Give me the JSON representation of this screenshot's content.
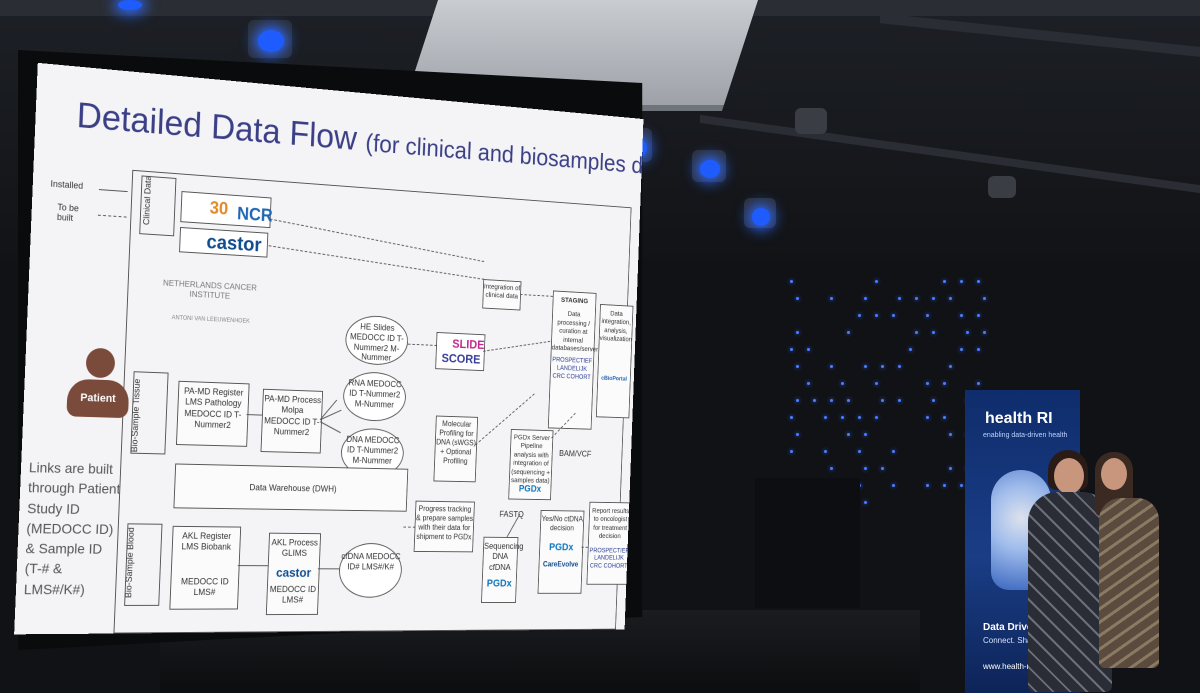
{
  "slide": {
    "title": "Detailed Data Flow",
    "title_suffix": "(for clinical and biosamples data)",
    "legend": {
      "installed": "Installed",
      "to_be_built": "To be built"
    },
    "patient_label": "Patient",
    "side_note": "Links are built through Patient Study ID (MEDOCC ID) & Sample ID (T-# & LMS#/K#)",
    "sections": {
      "clinical": "Clinical Data",
      "tissue": "Bio-Sample Tissue",
      "blood": "Bio-Sample Blood"
    },
    "logos": {
      "ncr": "NCR",
      "ncr_suffix": "30",
      "castor": "castor",
      "nki": "NETHERLANDS CANCER INSTITUTE",
      "nki_sub": "ANTONI VAN LEEUWENHOEK",
      "slidescore_top": "SLIDE",
      "slidescore_bottom": "SCORE",
      "pgdx": "PGDx",
      "careevolve": "CareEvolve",
      "bioportal": "cBioPortal"
    },
    "boxes": {
      "pa_md_register": "PA-MD Register LMS Pathology MEDOCC ID T-Nummer2",
      "pa_md_process": "PA-MD Process Molpa MEDOCC ID T-Nummer2",
      "he_slides": "HE Slides MEDOCC ID T-Nummer2 M-Nummer",
      "rna": "RNA MEDOCC ID T-Nummer2 M-Nummer",
      "dna": "DNA MEDOCC ID T-Nummer2 M-Nummer",
      "molecular": "Molecular Profiling for DNA (sWGS) + Optional Profiling",
      "dwh": "Data Warehouse (DWH)",
      "progress": "Progress tracking & prepare samples with their data for shipment to PGDx",
      "akl_register": "AKL Register LMS Biobank",
      "akl_register_ids": "MEDOCC ID LMS#",
      "akl_process": "AKL Process GLIMS",
      "akl_process_ids": "MEDOCC ID LMS#",
      "cfdna": "cfDNA MEDOCC ID# LMS#/K#",
      "sequencing": "Sequencing DNA cfDNA",
      "fastq": "FASTQ",
      "pgdx_server": "PGDx Server Pipeline analysis with integration of (sequencing + samples data)",
      "bam_vcf": "BAM/VCF",
      "yes_no": "Yes/No ctDNA decision",
      "report": "Report results to oncologist for treatment decision",
      "integration_clinical": "Integration of clinical data",
      "staging": "STAGING",
      "staging_desc": "Data processing / curation at internal databases/servers",
      "plcrc": "PROSPECTIEF LANDELIJK CRC COHORT",
      "data_integration": "Data integration, analysis, visualization"
    }
  },
  "banner": {
    "title": "health RI",
    "subtitle": "enabling data-driven health",
    "tagline": "Data Drive",
    "tagline2": "Connect. Sha",
    "url": "www.health-ri.nl"
  },
  "colors": {
    "slide_title": "#3b3f86",
    "banner_blue": "#0f2d6c",
    "spot_blue": "#1e5cff",
    "patient_brown": "#7a4a3a"
  }
}
